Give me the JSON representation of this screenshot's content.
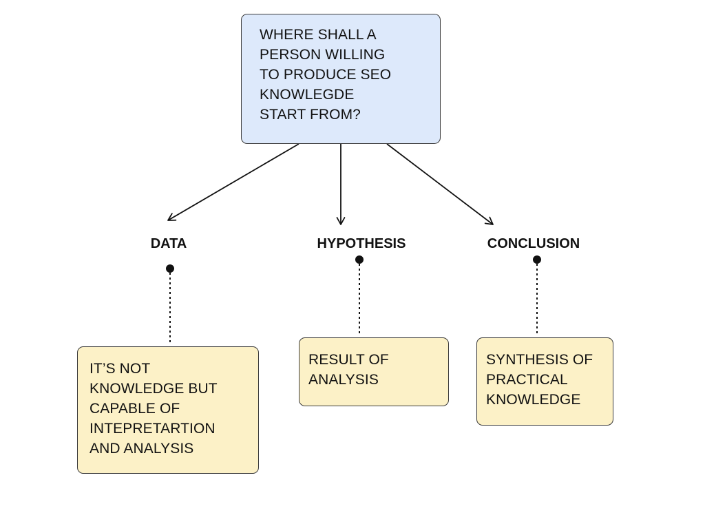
{
  "root": {
    "question": "WHERE SHALL A\nPERSON WILLING\nTO PRODUCE SEO\nKNOWLEGDE\nSTART FROM?"
  },
  "branches": [
    {
      "label": "DATA",
      "description": "IT’S NOT\nKNOWLEDGE BUT\nCAPABLE OF\nINTEPRETARTION\nAND ANALYSIS"
    },
    {
      "label": "HYPOTHESIS",
      "description": "RESULT OF\nANALYSIS"
    },
    {
      "label": "CONCLUSION",
      "description": "SYNTHESIS OF\nPRACTICAL\nKNOWLEDGE"
    }
  ],
  "colors": {
    "root_fill": "#dde9fb",
    "leaf_fill": "#fcf1c7",
    "stroke": "#3a3a3a",
    "text": "#111111"
  }
}
